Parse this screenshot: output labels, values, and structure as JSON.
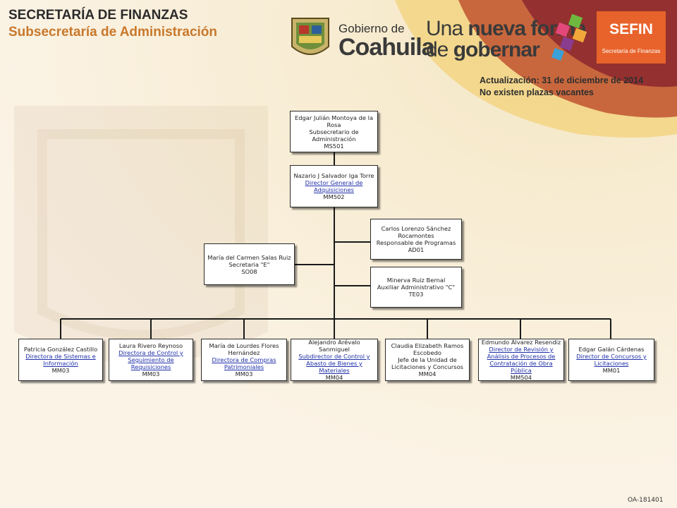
{
  "header": {
    "title": "SECRETARÍA DE FINANZAS",
    "subtitle": "Subsecretaría de Administración"
  },
  "logos": {
    "gobierno_line1": "Gobierno de",
    "gobierno_line2": "Coahuila",
    "slogan_line1_a": "Una",
    "slogan_line1_b": "nueva forma",
    "slogan_line2_a": "de",
    "slogan_line2_b": "gobernar",
    "sefin_name": "SEFIN",
    "sefin_caption": "Secretaría de Finanzas",
    "sefin_color": "#e8632b"
  },
  "notice": {
    "update": "Actualización: 31  de diciembre de 2014",
    "vacancies": "No existen plazas vacantes"
  },
  "org": {
    "subsecretario": {
      "name": "Edgar Julián Montoya de la Rosa",
      "role": "Subsecretario de Administración",
      "code": "MS501"
    },
    "director_general": {
      "name": "Nazario J Salvador Iga Torre",
      "role": "Director General de Adquisiciones",
      "code": "MM502"
    },
    "responsable": {
      "name": "Carlos Lorenzo Sánchez Rocamontes",
      "role": "Responsable de Programas",
      "code": "AD01"
    },
    "secretaria": {
      "name": "María del Carmen Salas Ruiz",
      "role": "Secretaria  \"E\"",
      "code": "SO08"
    },
    "auxiliar": {
      "name": "Minerva Ruiz Bernal",
      "role": "Auxiliar Administrativo  \"C\"",
      "code": "TE03"
    },
    "subordinates": [
      {
        "name": "Patricia González Castillo",
        "role": "Directora de Sistemas e Información",
        "code": "MM03"
      },
      {
        "name": "Laura Rivero Reynoso",
        "role": "Directora de Control y Seguimiento de Requisiciones",
        "code": "MM03"
      },
      {
        "name": "María de Lourdes Flores Hernández",
        "role": "Directora de Compras Patrimoniales",
        "code": "MM03"
      },
      {
        "name": "Alejandro Arévalo Sanmiguel",
        "role": "Subdirector de Control y Abasto de Bienes y Materiales",
        "code": "MM04"
      },
      {
        "name": "Claudia Elizabeth Ramos Escobedo",
        "role": "Jefe de la Unidad de Licitaciones y Concursos",
        "code": "MM04"
      },
      {
        "name": "Edmundo Álvarez Resendiz",
        "role": "Director de Revisión y Análisis de Procesos de Contratación de Obra Pública",
        "code": "MM504"
      },
      {
        "name": "Edgar Galán Cárdenas",
        "role": "Director de Concursos y Licitaciones",
        "code": "MM01"
      }
    ]
  },
  "footer": {
    "code": "OA-181401"
  }
}
